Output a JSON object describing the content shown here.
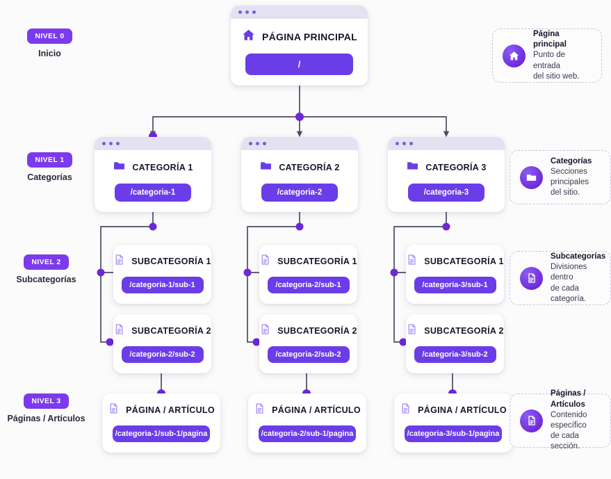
{
  "colors": {
    "accent": "#6a3de8",
    "chip": "#7c3aed",
    "titlebar": "#e4e2f0",
    "wire": "#4b4b63",
    "node_dot": "#6d28d9",
    "background": "#fbfbfb",
    "legend_border": "#c9c4de"
  },
  "levels": [
    {
      "chip": "NIVEL 0",
      "caption": "Inicio"
    },
    {
      "chip": "NIVEL 1",
      "caption": "Categorías"
    },
    {
      "chip": "NIVEL 2",
      "caption": "Subcategorías"
    },
    {
      "chip": "NIVEL 3",
      "caption": "Páginas / Artículos"
    }
  ],
  "home": {
    "title": "PÁGINA PRINCIPAL",
    "url": "/",
    "icon": "home-icon"
  },
  "categories": [
    {
      "title": "CATEGORÍA 1",
      "url": "/categoria-1",
      "icon": "folder-icon"
    },
    {
      "title": "CATEGORÍA 2",
      "url": "/categoria-2",
      "icon": "folder-icon"
    },
    {
      "title": "CATEGORÍA 3",
      "url": "/categoria-3",
      "icon": "folder-icon"
    }
  ],
  "subcategories": [
    {
      "title": "SUBCATEGORÍA 1",
      "url": "/categoria-1/sub-1",
      "icon": "document-icon"
    },
    {
      "title": "SUBCATEGORÍA 2",
      "url": "/categoria-2/sub-2",
      "icon": "document-icon"
    },
    {
      "title": "SUBCATEGORÍA 1",
      "url": "/categoria-2/sub-1",
      "icon": "document-icon"
    },
    {
      "title": "SUBCATEGORÍA 2",
      "url": "/categoria-2/sub-2",
      "icon": "document-icon"
    },
    {
      "title": "SUBCATEGORÍA 1",
      "url": "/categoria-3/sub-1",
      "icon": "document-icon"
    },
    {
      "title": "SUBCATEGORÍA 2",
      "url": "/categoria-3/sub-2",
      "icon": "document-icon"
    }
  ],
  "pages": [
    {
      "title": "PÁGINA / ARTÍCULO",
      "url": "/categoria-1/sub-1/pagina",
      "icon": "document-icon"
    },
    {
      "title": "PÁGINA / ARTÍCULO",
      "url": "/categoria-2/sub-1/pagina",
      "icon": "document-icon"
    },
    {
      "title": "PÁGINA / ARTÍCULO",
      "url": "/categoria-3/sub-1/pagina",
      "icon": "document-icon"
    }
  ],
  "legend": [
    {
      "title": "Página principal",
      "line1": "Punto de entrada",
      "line2": "del sitio web.",
      "icon": "home-icon"
    },
    {
      "title": "Categorías",
      "line1": "Secciones principales",
      "line2": "del sitio.",
      "icon": "folder-icon"
    },
    {
      "title": "Subcategorías",
      "line1": "Divisiones dentro",
      "line2": "de cada categoría.",
      "icon": "document-icon"
    },
    {
      "title": "Páginas / Artículos",
      "line1": "Contenido específico",
      "line2": "de cada sección.",
      "icon": "document-icon"
    }
  ]
}
